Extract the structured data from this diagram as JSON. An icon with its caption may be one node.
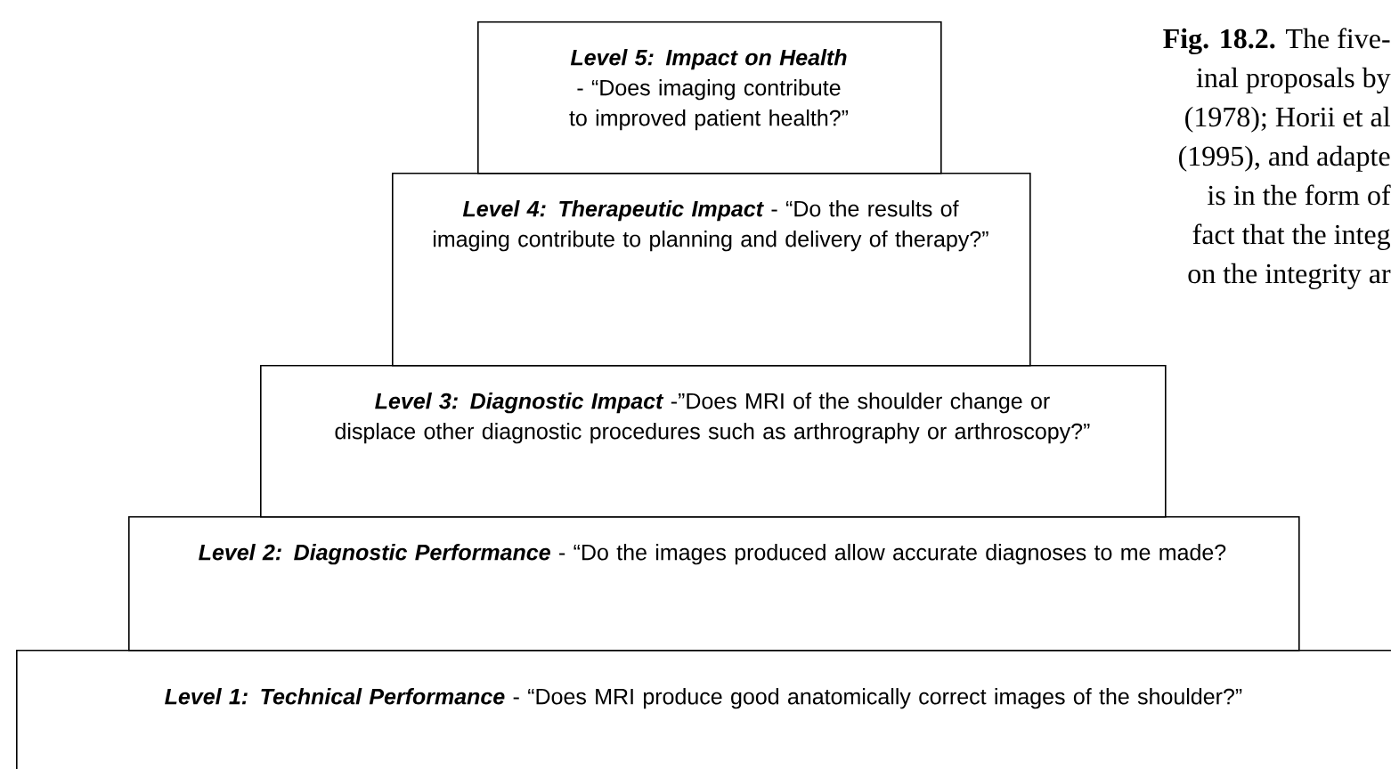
{
  "diagram": {
    "nodes": [
      {
        "text": [
          "Level 5: Impact on Health",
          "- “Does imaging contribute to improved patient health?”"
        ]
      },
      {
        "text": [
          "Level 4: Therapeutic Impact",
          "- “Do the results of imaging contribute to planning and delivery of therapy?”"
        ]
      },
      {
        "text": [
          "Level 3: Diagnostic Impact",
          "-”Does MRI of the shoulder change or displace other diagnostic procedures such as arthrography or arthroscopy?”"
        ]
      },
      {
        "text": [
          "Level 2: Diagnostic Performance",
          "- “Do the images produced allow accurate diagnoses to me made?"
        ]
      },
      {
        "text": [
          "Level 1: Technical Performance",
          "- “Does MRI produce good anatomically correct images of the shoulder?”"
        ]
      }
    ],
    "labels": [
      "**Fig. 18.2.** The five-",
      "inal proposals by",
      "(1978); Horii et al",
      "(1995), and adapte",
      "is in the form of",
      "fact that the integ",
      "on the integrity ar"
    ]
  }
}
